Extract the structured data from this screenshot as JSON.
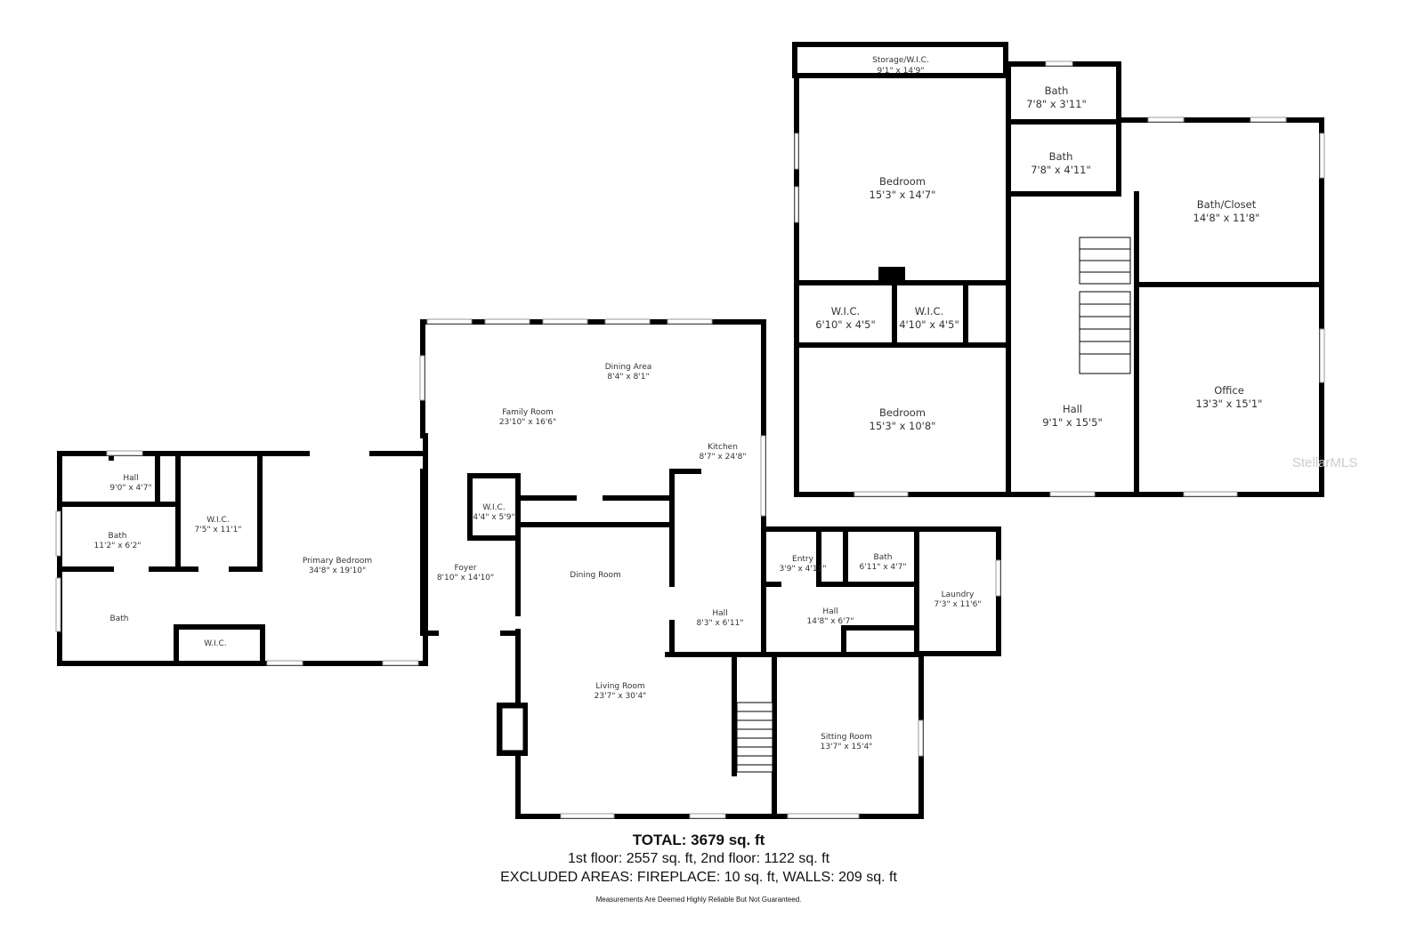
{
  "second_floor": {
    "rooms": [
      {
        "name": "Storage/W.I.C.",
        "dims": "9'1\" x 14'9\""
      },
      {
        "name": "Bath",
        "dims": "7'8\" x 3'11\""
      },
      {
        "name": "Bath",
        "dims": "7'8\" x 4'11\""
      },
      {
        "name": "Bedroom",
        "dims": "15'3\" x 14'7\""
      },
      {
        "name": "Bath/Closet",
        "dims": "14'8\" x 11'8\""
      },
      {
        "name": "W.I.C.",
        "dims": "6'10\" x 4'5\""
      },
      {
        "name": "W.I.C.",
        "dims": "4'10\" x 4'5\""
      },
      {
        "name": "Bedroom",
        "dims": "15'3\" x 10'8\""
      },
      {
        "name": "Hall",
        "dims": "9'1\" x 15'5\""
      },
      {
        "name": "Office",
        "dims": "13'3\" x 15'1\""
      }
    ]
  },
  "first_floor": {
    "rooms": [
      {
        "name": "Hall",
        "dims": "9'0\" x 4'7\""
      },
      {
        "name": "Bath",
        "dims": "11'2\" x 6'2\""
      },
      {
        "name": "W.I.C.",
        "dims": "7'5\" x 11'1\""
      },
      {
        "name": "Primary Bedroom",
        "dims": "34'8\" x 19'10\""
      },
      {
        "name": "Bath",
        "dims": ""
      },
      {
        "name": "W.I.C.",
        "dims": ""
      },
      {
        "name": "W.I.C.",
        "dims": "4'4\" x 5'9\""
      },
      {
        "name": "Foyer",
        "dims": "8'10\" x 14'10\""
      },
      {
        "name": "Family Room",
        "dims": "23'10\" x 16'6\""
      },
      {
        "name": "Dining Area",
        "dims": "8'4\" x 8'1\""
      },
      {
        "name": "Kitchen",
        "dims": "8'7\" x 24'8\""
      },
      {
        "name": "Dining Room",
        "dims": ""
      },
      {
        "name": "Entry",
        "dims": "3'9\" x 4'11\""
      },
      {
        "name": "Bath",
        "dims": "6'11\" x 4'7\""
      },
      {
        "name": "Laundry",
        "dims": "7'3\" x 11'6\""
      },
      {
        "name": "Hall",
        "dims": "8'3\" x 6'11\""
      },
      {
        "name": "Hall",
        "dims": "14'8\" x 6'7\""
      },
      {
        "name": "Living Room",
        "dims": "23'7\" x 30'4\""
      },
      {
        "name": "Sitting Room",
        "dims": "13'7\" x 15'4\""
      }
    ]
  },
  "totals": {
    "total": "TOTAL: 3679 sq. ft",
    "floors": "1st floor: 2557 sq. ft, 2nd floor: 1122 sq. ft",
    "excluded": "EXCLUDED AREAS: FIREPLACE: 10 sq. ft, WALLS: 209 sq. ft",
    "disclaimer": "Measurements Are Deemed Highly Reliable But Not Guaranteed."
  },
  "watermark": "StellarMLS"
}
